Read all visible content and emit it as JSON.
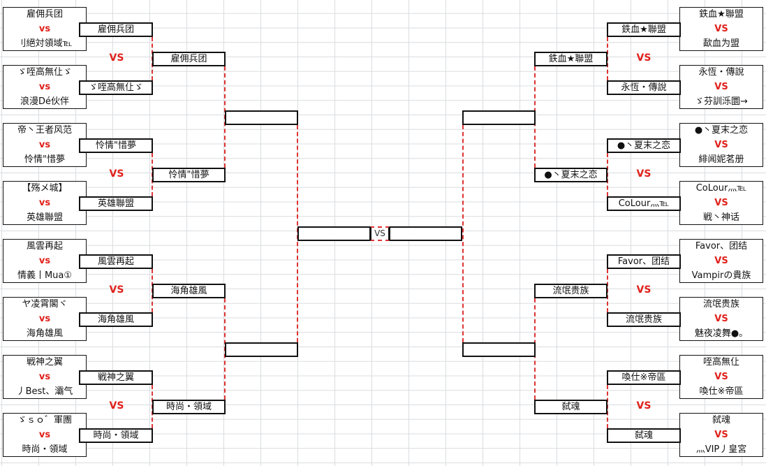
{
  "vs_label": "VS",
  "vs_lower": "vs",
  "final_vs": "VS",
  "left": {
    "r1": [
      {
        "a": "雇佣兵团",
        "b": "刂絕対領域℡",
        "winner": "雇佣兵团"
      },
      {
        "a": "ゞ咥高無仩ゞ",
        "b": "浪漫Dé伙伴",
        "winner": "ゞ咥高無仩ゞ"
      },
      {
        "a": "帝丶王者风范",
        "b": "怜情\"惜夢",
        "winner": "怜情\"惜夢"
      },
      {
        "a": "【殇メ城】",
        "b": "英雄聯盟",
        "winner": "英雄聯盟"
      },
      {
        "a": "風雲再起",
        "b": "情義丨Mua①",
        "winner": "風雲再起"
      },
      {
        "a": "ヤ凌霄閣ヾ",
        "b": "海角雄風",
        "winner": "海角雄風"
      },
      {
        "a": "戦神之翼",
        "b": "丿Best、灞气",
        "winner": "戦神之翼"
      },
      {
        "a": "ゞｓｏ゛軍團",
        "b": "時尚・領域",
        "winner": "時尚・領域"
      }
    ],
    "r2": [
      "雇佣兵团",
      "怜情\"惜夢",
      "海角雄風",
      "時尚・領域"
    ]
  },
  "right": {
    "r1": [
      {
        "a": "鉄血★聯盟",
        "b": "歃血为盟",
        "winner": "鉄血★聯盟"
      },
      {
        "a": "永恆・傳說",
        "b": "ゞ芬訓泺圜→",
        "winner": "永恆・傳說"
      },
      {
        "a": "●丶夏末之恋",
        "b": "緋闻妮茗册",
        "winner": "●丶夏末之恋"
      },
      {
        "a": "CoLour灬℡",
        "b": "戦丶神话",
        "winner": "CoLour灬℡"
      },
      {
        "a": "Favor、团结",
        "b": "Vampirの貴族",
        "winner": "Favor、团结"
      },
      {
        "a": "流氓贵族",
        "b": "魅夜凌舞●。",
        "winner": "流氓贵族"
      },
      {
        "a": "咥高無仩",
        "b": "喚仕※帝區",
        "winner": "喚仕※帝區"
      },
      {
        "a": "弑魂",
        "b": "灬VIP丿皇宮",
        "winner": "弑魂"
      }
    ],
    "r2": [
      "鉄血★聯盟",
      "●丶夏末之恋",
      "流氓贵族",
      "弑魂"
    ]
  }
}
